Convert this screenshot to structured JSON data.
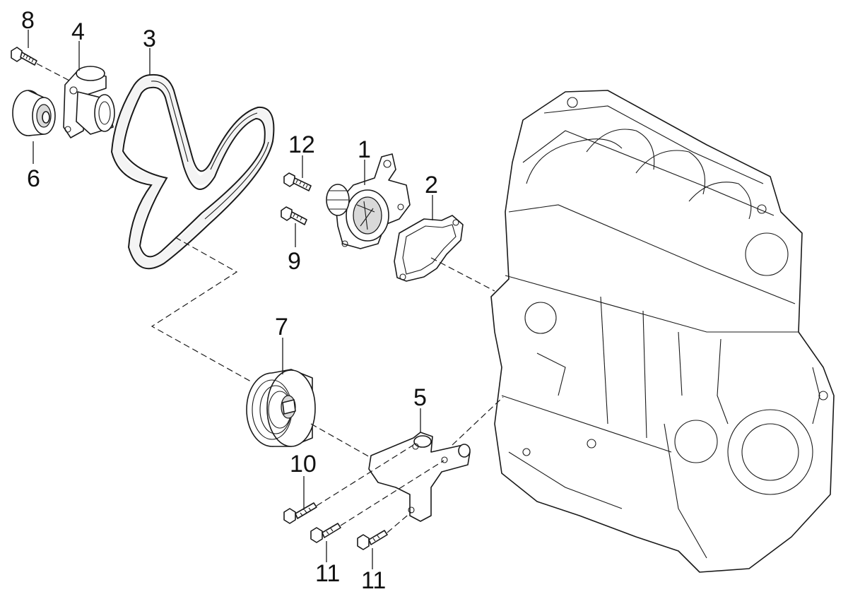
{
  "callouts": [
    {
      "id": "c1",
      "label": "1"
    },
    {
      "id": "c2",
      "label": "2"
    },
    {
      "id": "c3",
      "label": "3"
    },
    {
      "id": "c4",
      "label": "4"
    },
    {
      "id": "c5",
      "label": "5"
    },
    {
      "id": "c6",
      "label": "6"
    },
    {
      "id": "c7",
      "label": "7"
    },
    {
      "id": "c8",
      "label": "8"
    },
    {
      "id": "c9",
      "label": "9"
    },
    {
      "id": "c10",
      "label": "10"
    },
    {
      "id": "c11a",
      "label": "11"
    },
    {
      "id": "c11b",
      "label": "11"
    },
    {
      "id": "c12",
      "label": "12"
    }
  ]
}
